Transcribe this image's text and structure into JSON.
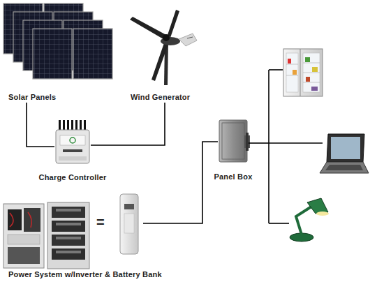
{
  "diagram": {
    "nodes": [
      {
        "text": [
          "Solar Panels"
        ]
      },
      {
        "text": [
          "Wind Generator"
        ]
      },
      {
        "text": [
          "Charge Controller"
        ]
      },
      {
        "text": [
          "Power System w/Inverter & Battery Bank"
        ]
      },
      {
        "text": [
          "Panel Box"
        ]
      }
    ],
    "edges": [
      {
        "from": 0,
        "to": 2,
        "arrow": "none"
      },
      {
        "from": 1,
        "to": 2,
        "arrow": "none"
      },
      {
        "from": 3,
        "to": 4,
        "arrow": "none"
      }
    ],
    "labels": [
      "="
    ]
  }
}
